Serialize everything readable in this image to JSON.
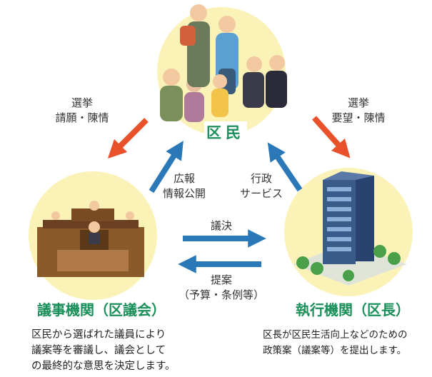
{
  "nodes": {
    "citizens": {
      "title": "区民"
    },
    "assembly": {
      "title": "議事機関（区議会）",
      "description": [
        "区民から選ばれた議員により",
        "議案等を審議し、議会として",
        "の最終的な意思を決定します。"
      ]
    },
    "executive": {
      "title": "執行機関（区長）",
      "description": [
        "区長が区民生活向上などのための",
        "政策案（議案等）を提出します。"
      ]
    }
  },
  "edges": {
    "citizens_to_assembly": [
      "選挙",
      "請願・陳情"
    ],
    "citizens_to_executive": [
      "選挙",
      "要望・陳情"
    ],
    "assembly_to_citizens": [
      "広報",
      "情報公開"
    ],
    "executive_to_citizens": [
      "行政",
      "サービス"
    ],
    "assembly_to_executive": [
      "議決"
    ],
    "executive_to_assembly": [
      "提案",
      "（予算・条例等）"
    ]
  },
  "colors": {
    "red_arrow": "#e8512a",
    "blue_arrow": "#2a78b8",
    "title_green": "#1a8f5a",
    "circle_yellow": "#fbf2b8"
  }
}
